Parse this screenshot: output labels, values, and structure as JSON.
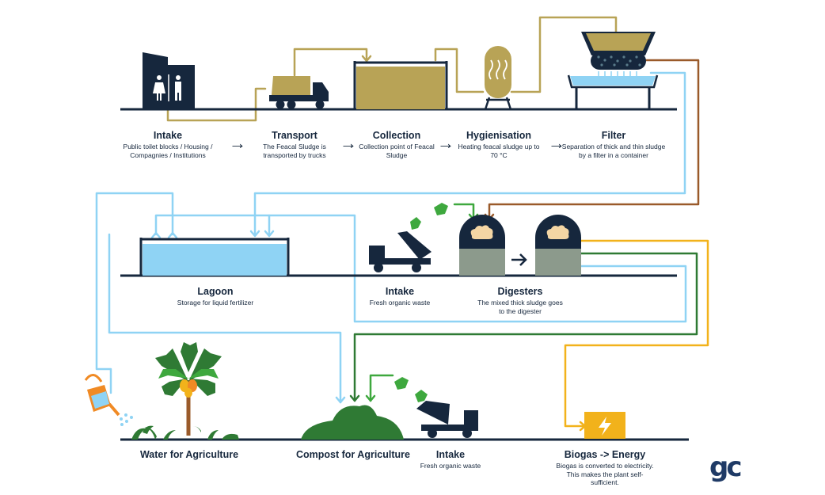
{
  "steps": {
    "intake_toilets": {
      "title": "Intake",
      "desc": "Public toilet blocks / Housing / Compagnies / Institutions"
    },
    "transport": {
      "title": "Transport",
      "desc": "The Feacal Sludge is transported by trucks"
    },
    "collection": {
      "title": "Collection",
      "desc": "Collection point of Feacal Sludge"
    },
    "hygienisation": {
      "title": "Hygienisation",
      "desc": "Heating feacal sludge up to 70 °C"
    },
    "filter": {
      "title": "Filter",
      "desc": "Separation of thick and thin sludge by a filter in a container"
    },
    "lagoon": {
      "title": "Lagoon",
      "desc": "Storage for liquid fertilizer"
    },
    "intake_waste_1": {
      "title": "Intake",
      "desc": "Fresh organic waste"
    },
    "digesters": {
      "title": "Digesters",
      "desc": "The mixed thick sludge goes to the digester"
    },
    "water_agri": {
      "title": "Water for Agriculture",
      "desc": ""
    },
    "compost_agri": {
      "title": "Compost for Agriculture",
      "desc": ""
    },
    "intake_waste_2": {
      "title": "Intake",
      "desc": "Fresh organic waste"
    },
    "biogas": {
      "title": "Biogas -> Energy",
      "desc": "Biogas is converted to electricity. This makes the plant self-sufficient."
    }
  },
  "arrows": {
    "glyph": "→"
  },
  "logo": {
    "text": "gc"
  },
  "colors": {
    "navy": "#16273d",
    "olive": "#b8a356",
    "light_blue": "#8fd3f4",
    "brown": "#9a5a2a",
    "green": "#2f7a34",
    "bright_green": "#3ea83e",
    "yellow": "#f2b21b",
    "gray": "#8c9a8c",
    "orange": "#f08a24"
  },
  "icons": [
    "toilet-building-icon",
    "truck-icon",
    "collection-tank-icon",
    "hygienisation-tank-icon",
    "filter-container-icon",
    "lagoon-basin-icon",
    "tipper-truck-icon",
    "digester-icon",
    "papaya-tree-icon",
    "watering-can-icon",
    "compost-heap-icon",
    "generator-bolt-icon",
    "organic-waste-icon"
  ]
}
